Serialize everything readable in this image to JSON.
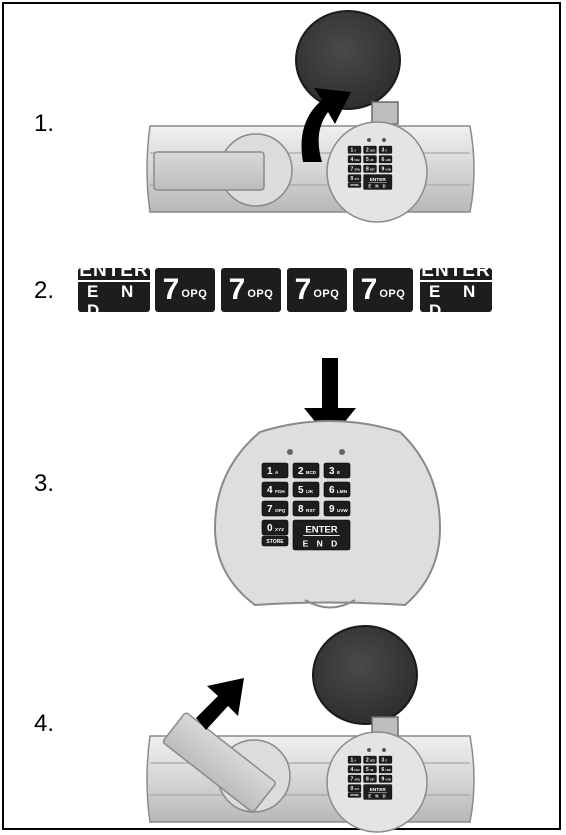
{
  "steps": [
    {
      "number": "1."
    },
    {
      "number": "2."
    },
    {
      "number": "3."
    },
    {
      "number": "4."
    }
  ],
  "key_sequence": [
    {
      "type": "enter",
      "top": "ENTER",
      "bottom": "E N D"
    },
    {
      "type": "digit",
      "digit": "7",
      "letters": "OPQ"
    },
    {
      "type": "digit",
      "digit": "7",
      "letters": "OPQ"
    },
    {
      "type": "digit",
      "digit": "7",
      "letters": "OPQ"
    },
    {
      "type": "digit",
      "digit": "7",
      "letters": "OPQ"
    },
    {
      "type": "enter",
      "top": "ENTER",
      "bottom": "E N D"
    }
  ],
  "keypad": {
    "keys": [
      {
        "digit": "1",
        "letters": "A"
      },
      {
        "digit": "2",
        "letters": "BCD"
      },
      {
        "digit": "3",
        "letters": "E"
      },
      {
        "digit": "4",
        "letters": "FGH"
      },
      {
        "digit": "5",
        "letters": "IJK"
      },
      {
        "digit": "6",
        "letters": "LMN"
      },
      {
        "digit": "7",
        "letters": "OPQ"
      },
      {
        "digit": "8",
        "letters": "RST"
      },
      {
        "digit": "9",
        "letters": "UVW"
      },
      {
        "digit": "0",
        "letters": "XYZ"
      }
    ],
    "store_label": "STORE",
    "enter_top": "ENTER",
    "enter_bottom": "E N D"
  },
  "colors": {
    "body_light": "#e9e9e9",
    "body_mid": "#cfcfcf",
    "body_dark": "#a9a9a9",
    "cover": "#3a3a3a",
    "key": "#1d1d1d",
    "arrow": "#000000"
  }
}
